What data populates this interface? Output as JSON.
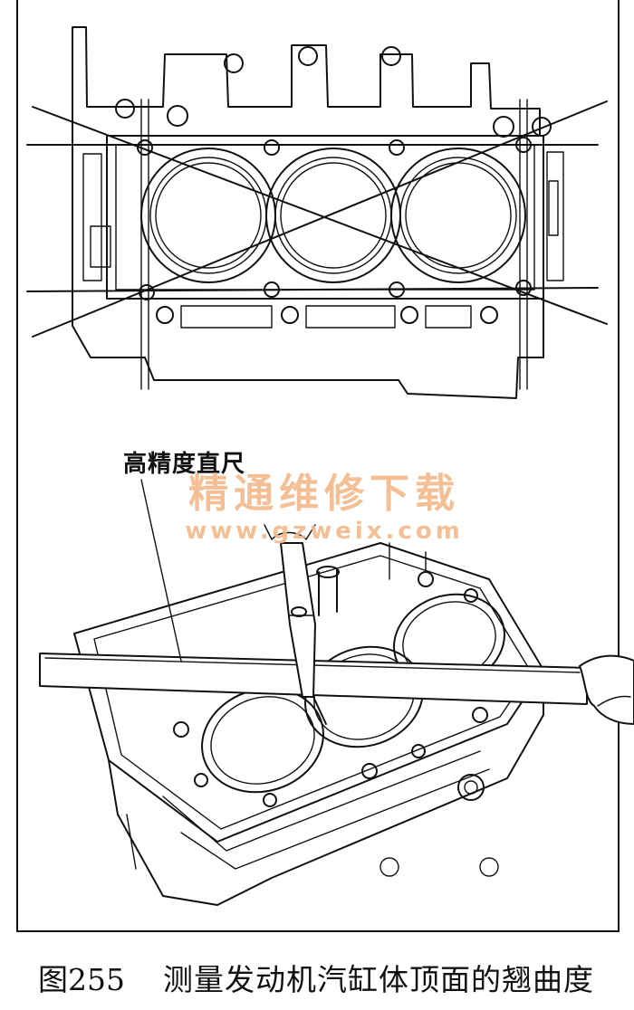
{
  "label": {
    "tool": "高精度直尺"
  },
  "watermark": {
    "site_name": "精通维修下载",
    "url": "www.gzweix.com",
    "color": "#f3b98a"
  },
  "caption": {
    "figure_number": "图255",
    "title": "测量发动机汽缸体顶面的翘曲度"
  }
}
